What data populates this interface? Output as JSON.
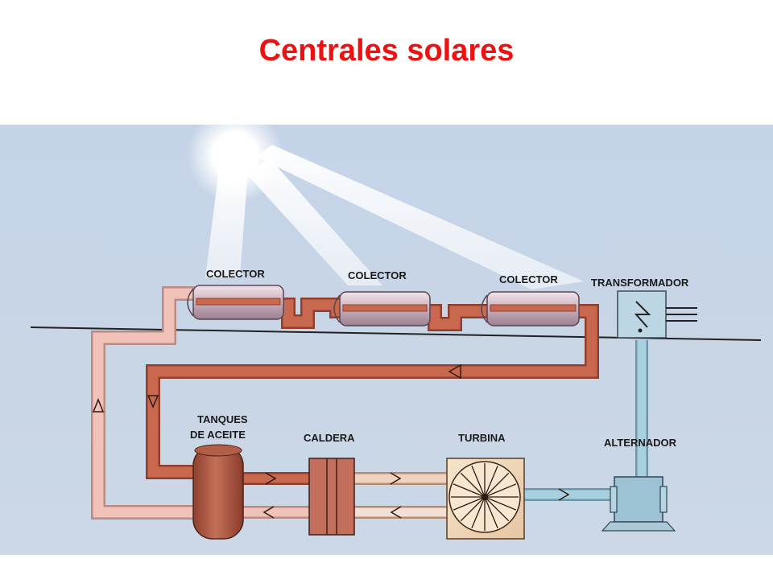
{
  "title": "Centrales solares",
  "labels": {
    "collector1": "COLECTOR",
    "collector2": "COLECTOR",
    "collector3": "COLECTOR",
    "transformer": "TRANSFORMADOR",
    "tanks_line1": "TANQUES",
    "tanks_line2": "DE ACEITE",
    "boiler": "CALDERA",
    "turbine": "TURBINA",
    "alternator": "ALTERNADOR"
  },
  "colors": {
    "title": "#ee1111",
    "sky": "#cad7e8",
    "hot_oil_pipe": "#c8694f",
    "cool_oil_pipe": "#e9b6ad",
    "steam_pipe": "#9fc8d8",
    "tank": "#b05a43"
  }
}
